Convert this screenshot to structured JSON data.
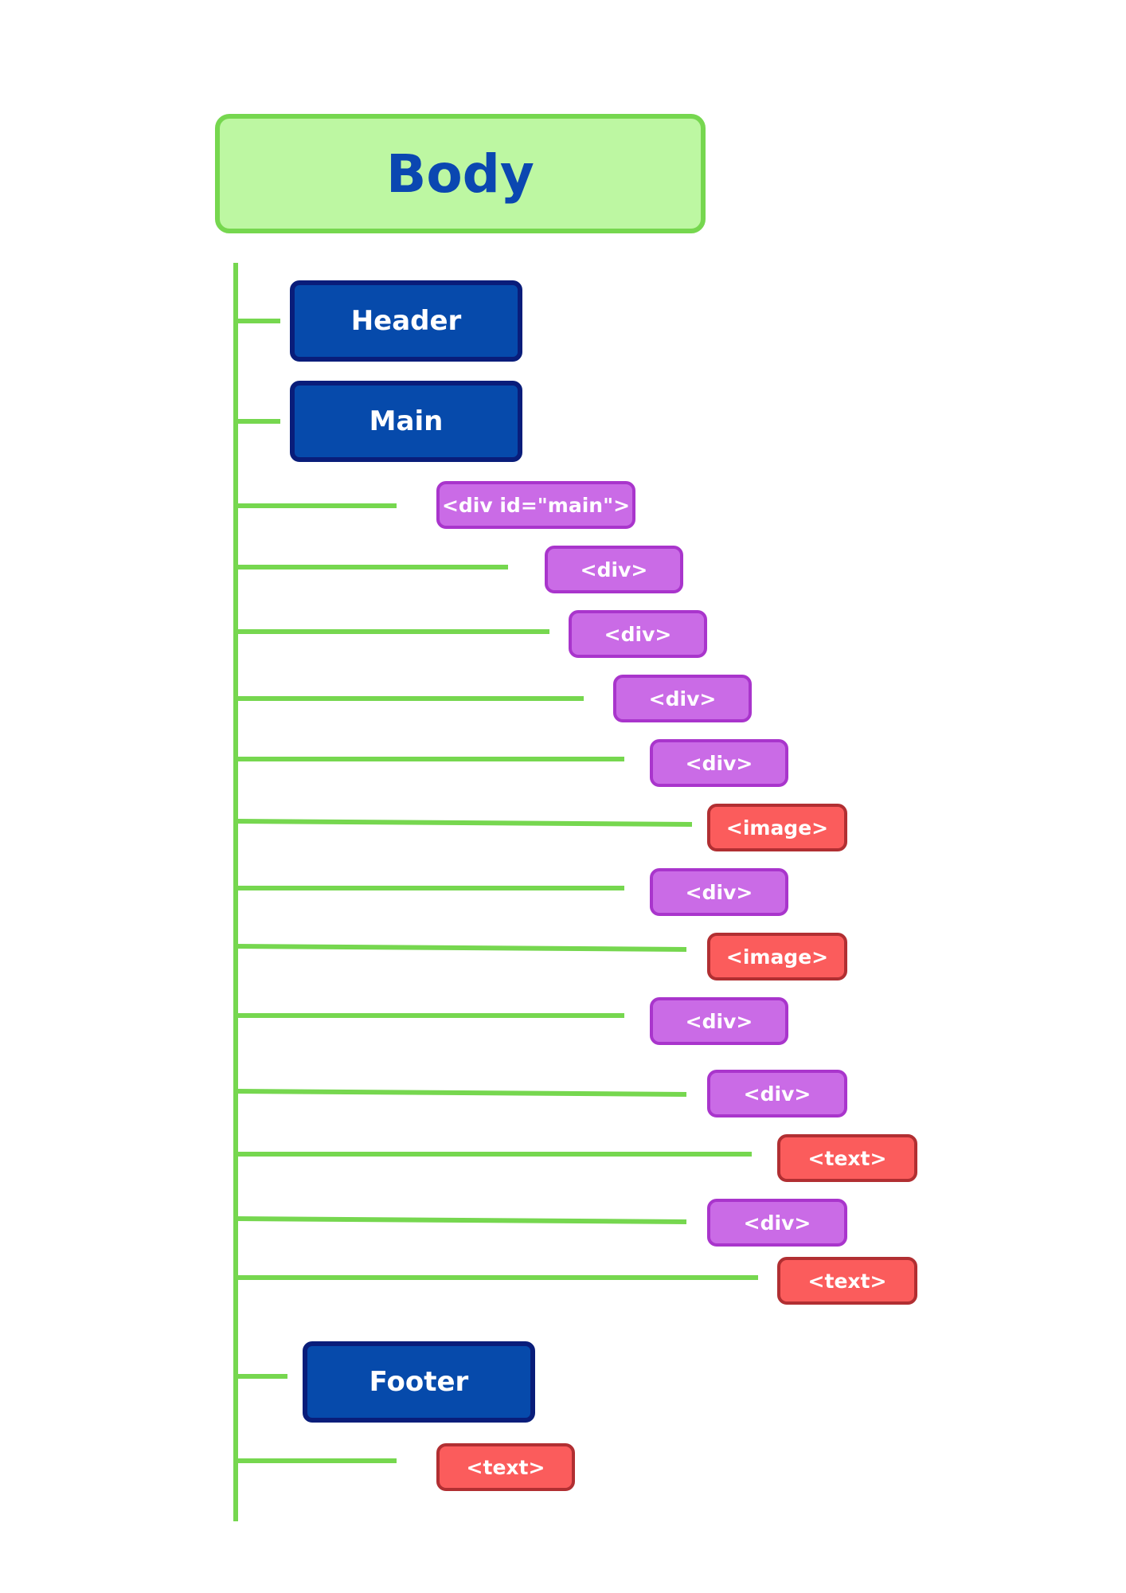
{
  "root": {
    "label": "Body"
  },
  "nodes": [
    {
      "id": "header",
      "label": "Header",
      "kind": "section"
    },
    {
      "id": "main",
      "label": "Main",
      "kind": "section"
    },
    {
      "id": "div-main",
      "label": "<div id=\"main\">",
      "kind": "div"
    },
    {
      "id": "div-1",
      "label": "<div>",
      "kind": "div"
    },
    {
      "id": "div-2",
      "label": "<div>",
      "kind": "div"
    },
    {
      "id": "div-3",
      "label": "<div>",
      "kind": "div"
    },
    {
      "id": "div-4",
      "label": "<div>",
      "kind": "div"
    },
    {
      "id": "image-1",
      "label": "<image>",
      "kind": "leaf"
    },
    {
      "id": "div-5",
      "label": "<div>",
      "kind": "div"
    },
    {
      "id": "image-2",
      "label": "<image>",
      "kind": "leaf"
    },
    {
      "id": "div-6",
      "label": "<div>",
      "kind": "div"
    },
    {
      "id": "div-7",
      "label": "<div>",
      "kind": "div"
    },
    {
      "id": "text-1",
      "label": "<text>",
      "kind": "leaf"
    },
    {
      "id": "div-8",
      "label": "<div>",
      "kind": "div"
    },
    {
      "id": "text-2",
      "label": "<text>",
      "kind": "leaf"
    },
    {
      "id": "footer",
      "label": "Footer",
      "kind": "section"
    },
    {
      "id": "text-3",
      "label": "<text>",
      "kind": "leaf"
    }
  ],
  "colors": {
    "connector": "#76d74f",
    "root_fill": "#bdf7a2",
    "root_text": "#0b47b1",
    "section_fill": "#064aab",
    "section_border": "#091d7a",
    "div_fill": "#ca6be6",
    "div_border": "#a935cc",
    "leaf_fill": "#fb5c5c",
    "leaf_border": "#b12f32"
  }
}
